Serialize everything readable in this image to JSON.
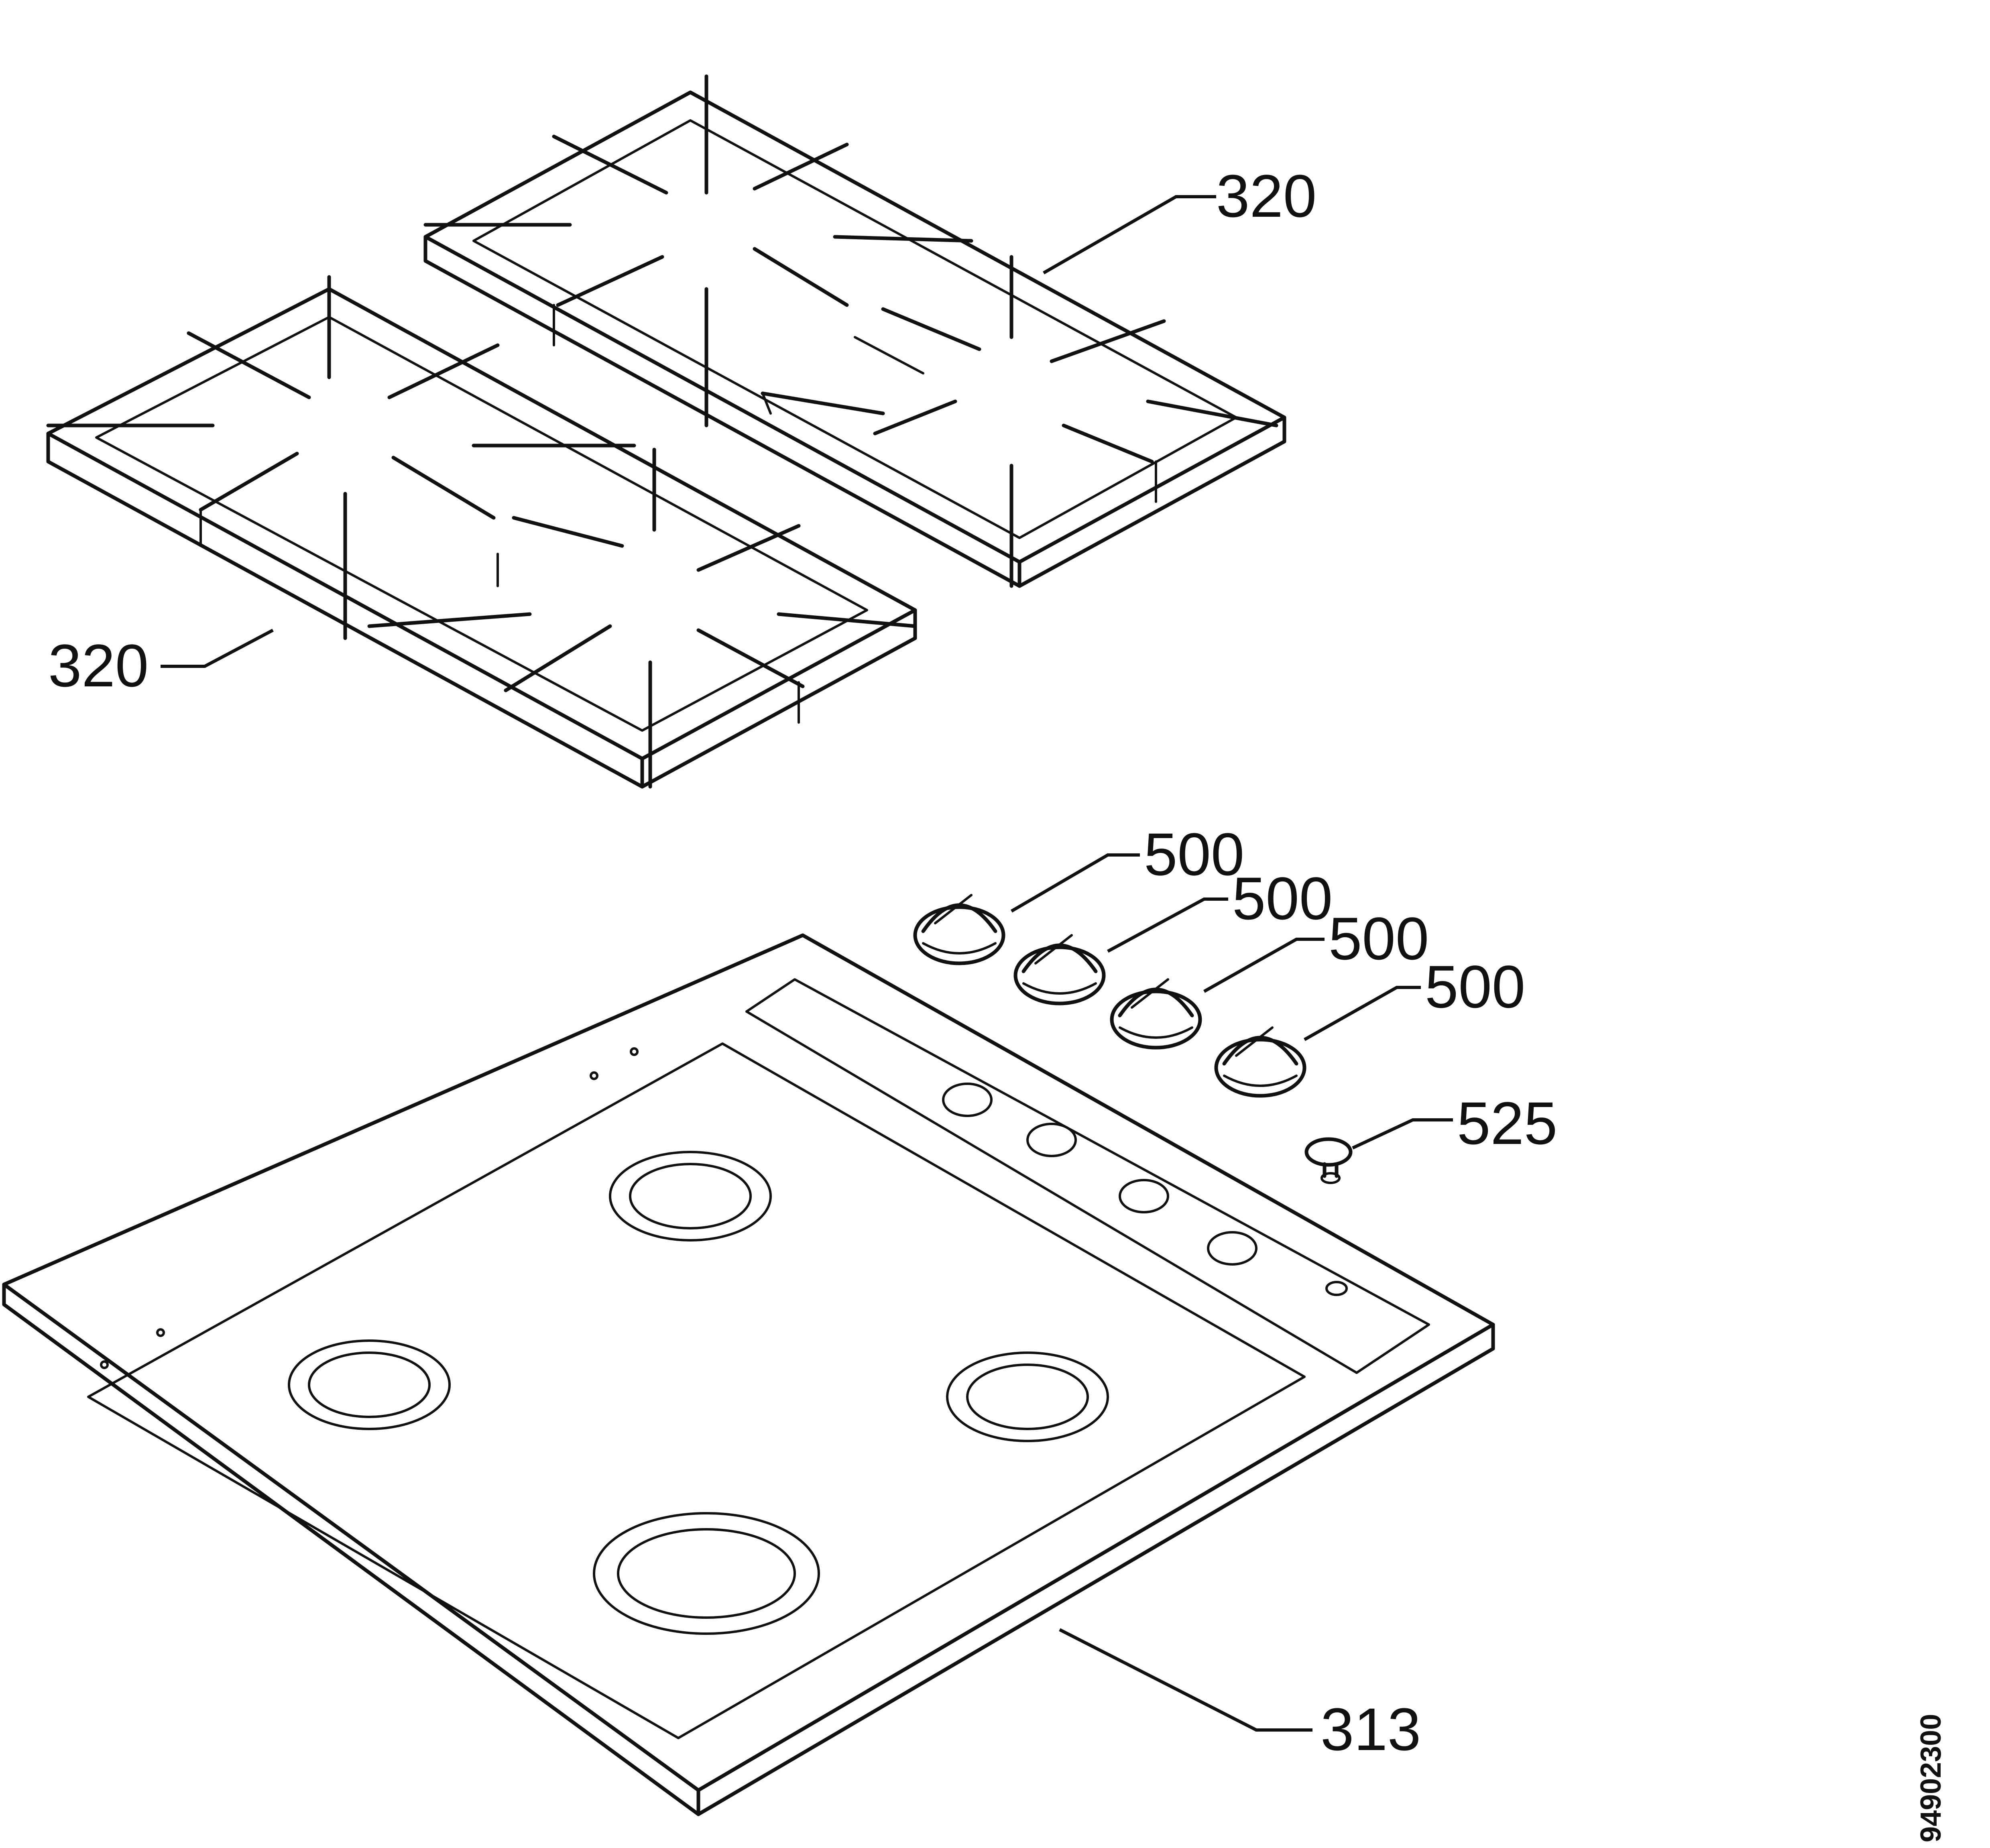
{
  "callouts": {
    "pan_support_upper": "320",
    "pan_support_lower": "320",
    "knob_1": "500",
    "knob_2": "500",
    "knob_3": "500",
    "knob_4": "500",
    "ignition_button": "525",
    "hob_top": "313"
  },
  "drawing_number": "94902300"
}
